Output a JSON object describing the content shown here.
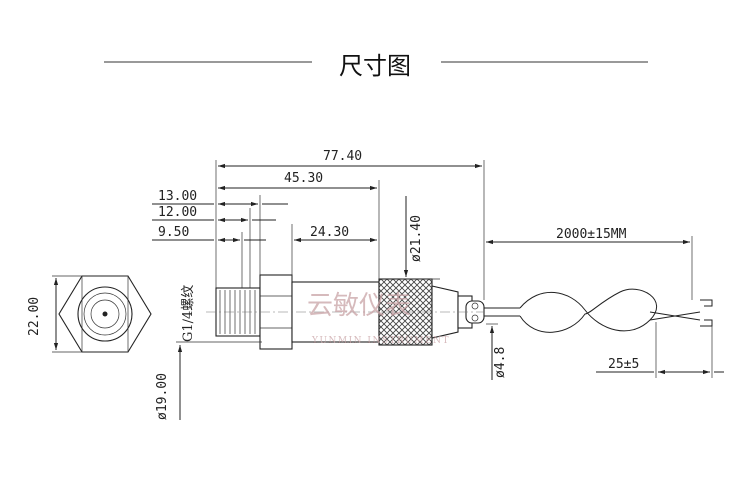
{
  "title": "尺寸图",
  "dimensions": {
    "overall_length": "77.40",
    "length_45": "45.30",
    "thread_13": "13.00",
    "thread_12": "12.00",
    "thread_9": "9.50",
    "body_24": "24.30",
    "dia_21": "ø21.40",
    "cable_length": "2000±15MM",
    "end_view_22": "22.00",
    "dia_19": "ø19.00",
    "dia_4_8": "ø4.8",
    "wire_strip": "25±5"
  },
  "thread_label": "G1/4螺纹",
  "watermark": {
    "cn": "云敏仪表",
    "en": "YUNMIN INSTRUMENT"
  }
}
